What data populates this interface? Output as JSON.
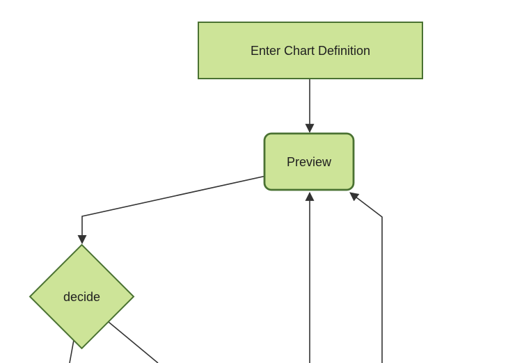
{
  "diagram": {
    "type": "flowchart",
    "orientation": "top-down",
    "colors": {
      "canvas_bg": "#ffffff",
      "node_fill": "#cde498",
      "node_border": "#4a7232",
      "edge": "#333333",
      "text": "#202020"
    },
    "nodes": [
      {
        "id": "enter-chart-definition",
        "shape": "rectangle",
        "label": "Enter Chart Definition"
      },
      {
        "id": "preview",
        "shape": "rounded-rectangle",
        "label": "Preview"
      },
      {
        "id": "decide",
        "shape": "diamond",
        "label": "decide"
      }
    ],
    "edges": [
      {
        "from": "enter-chart-definition",
        "to": "preview",
        "arrowhead": true
      },
      {
        "from": "preview",
        "to": "decide",
        "arrowhead": true
      },
      {
        "from": "offscreen-bottom-1",
        "to": "preview",
        "arrowhead": true
      },
      {
        "from": "offscreen-bottom-2",
        "to": "preview",
        "arrowhead": true
      },
      {
        "from": "decide",
        "to": "offscreen-bottom-a",
        "arrowhead": false
      },
      {
        "from": "decide",
        "to": "offscreen-bottom-b",
        "arrowhead": false
      }
    ]
  }
}
